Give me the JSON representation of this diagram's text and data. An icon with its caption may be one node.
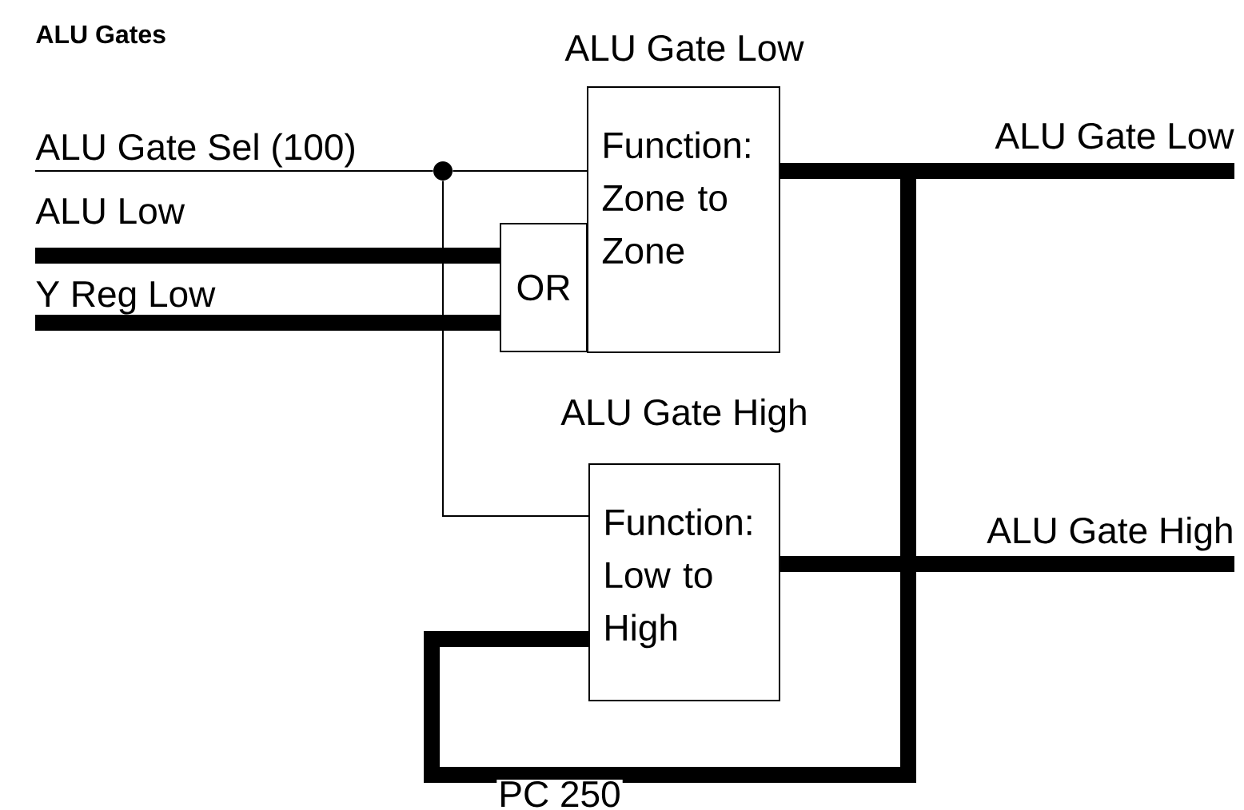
{
  "diagram": {
    "title": "ALU Gates",
    "nodes": [
      {
        "text": [
          "ALU Gate Low",
          "Function: Zone to Zone"
        ]
      },
      {
        "text": [
          "OR"
        ]
      },
      {
        "text": [
          "ALU Gate High",
          "Function: Low to High"
        ]
      },
      {
        "text": [],
        "shape": "circle"
      },
      {
        "text": [
          "ALU Gate Sel (100)"
        ]
      },
      {
        "text": [
          "ALU Low"
        ]
      },
      {
        "text": [
          "Y Reg Low"
        ]
      },
      {
        "text": [
          "ALU Gate Low"
        ]
      },
      {
        "text": [
          "ALU Gate High"
        ]
      }
    ],
    "edges": [
      {
        "from": 4,
        "to": 3,
        "arrow": "none"
      },
      {
        "from": 3,
        "to": 0,
        "arrow": "none"
      },
      {
        "from": 3,
        "to": 2,
        "arrow": "none"
      },
      {
        "from": 5,
        "to": 1,
        "arrow": "none"
      },
      {
        "from": 6,
        "to": 1,
        "arrow": "none"
      },
      {
        "from": 0,
        "to": 7,
        "arrow": "none"
      },
      {
        "from": 2,
        "to": 8,
        "arrow": "none"
      },
      {
        "from": 0,
        "to": 2,
        "arrow": "none",
        "label": "PC 250"
      }
    ]
  }
}
